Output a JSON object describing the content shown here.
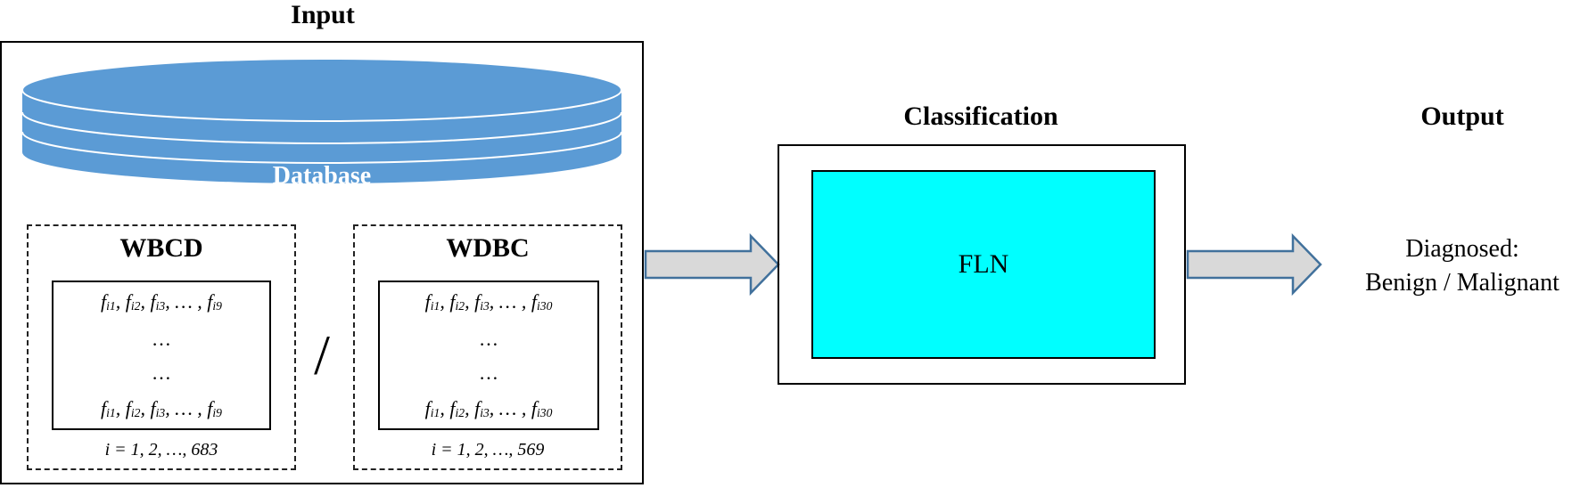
{
  "input_section": {
    "heading": "Input",
    "database_label": "Database",
    "separator": "/",
    "datasets": [
      {
        "name": "WBCD",
        "row_top": [
          "f",
          "i1",
          ", f",
          "i2",
          ", f",
          "i3",
          ",  … , f",
          "i9"
        ],
        "row_bottom": [
          "f",
          "i1",
          ", f",
          "i2",
          ", f",
          "i3",
          ",  … , f",
          "i9"
        ],
        "dots": "…",
        "index_text": "i = 1, 2, …, 683"
      },
      {
        "name": "WDBC",
        "row_top": [
          "f",
          "i1",
          ", f",
          "i2",
          ", f",
          "i3",
          ",  … , f",
          "i30"
        ],
        "row_bottom": [
          "f",
          "i1",
          ", f",
          "i2",
          ", f",
          "i3",
          ",  … , f",
          "i30"
        ],
        "dots": "…",
        "index_text": "i = 1, 2, …, 569"
      }
    ]
  },
  "classification_section": {
    "heading": "Classification",
    "model_label": "FLN",
    "model_color": "#00ffff"
  },
  "output_section": {
    "heading": "Output",
    "line1": "Diagnosed:",
    "line2": "Benign / Malignant"
  },
  "colors": {
    "database_fill": "#5b9bd5",
    "arrow_fill": "#d9d9d9",
    "arrow_stroke": "#41719c"
  }
}
